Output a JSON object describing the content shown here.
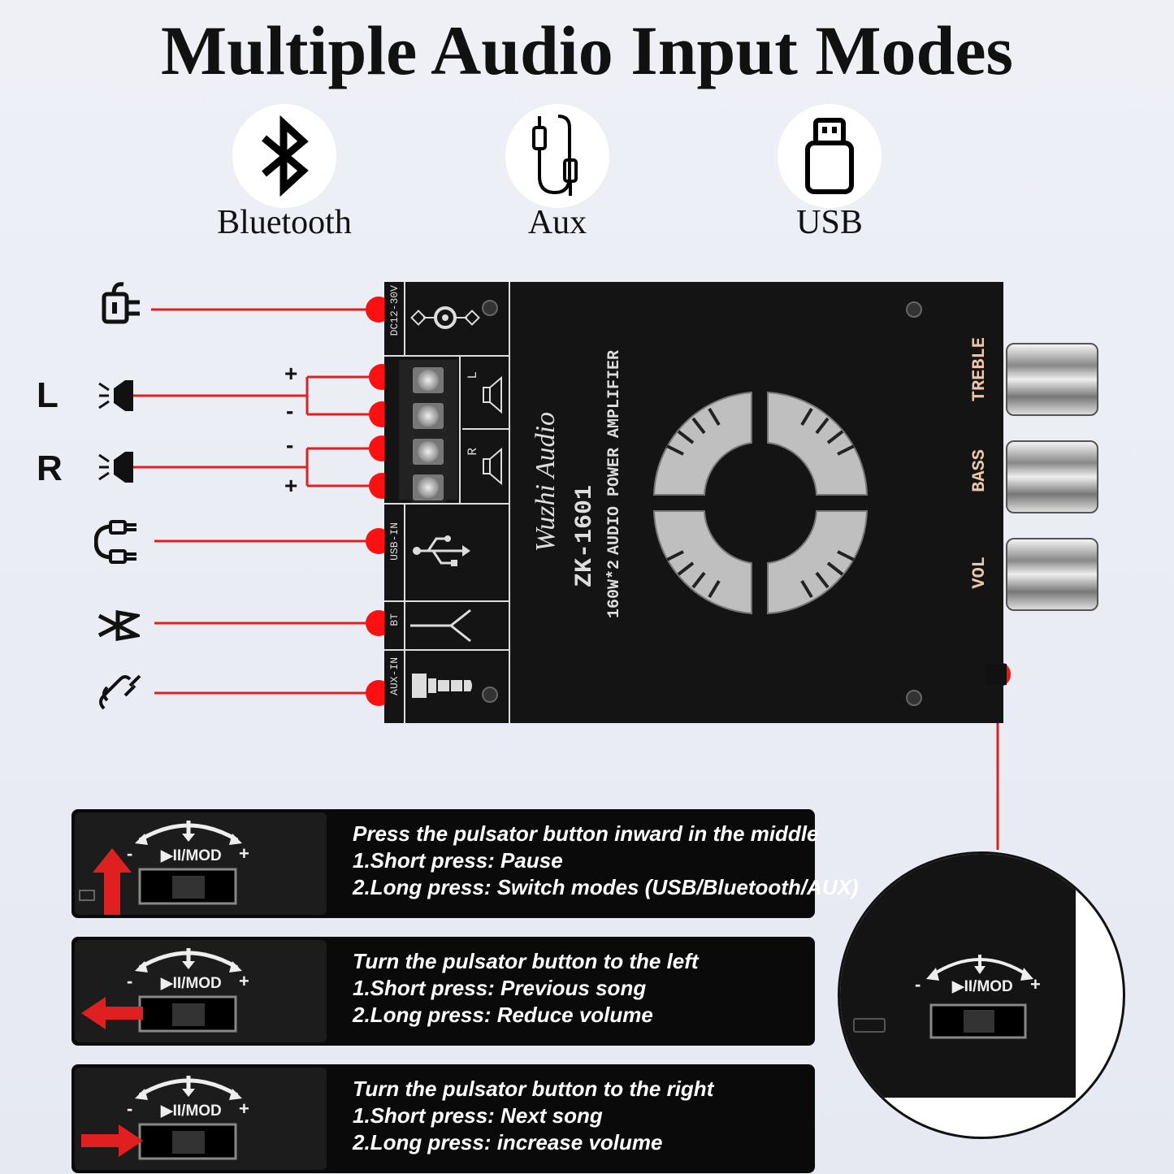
{
  "title": "Multiple Audio Input Modes",
  "modes": [
    {
      "label": "Bluetooth",
      "icon": "bluetooth-icon"
    },
    {
      "label": "Aux",
      "icon": "aux-cable-icon"
    },
    {
      "label": "USB",
      "icon": "usb-drive-icon"
    }
  ],
  "channels": {
    "left": "L",
    "right": "R",
    "plus": "+",
    "minus": "-"
  },
  "board": {
    "power_label": "DC12-30V",
    "speaker_left": "L",
    "speaker_right": "R",
    "usb_label": "USB-IN",
    "bt_label": "BT",
    "aux_label": "AUX-IN",
    "model": "ZK-1601",
    "line1": "AUDIO POWER AMPLIFIER",
    "line2": "160W*2",
    "brand": "Wuzhi Audio",
    "treble": "TREBLE",
    "bass": "BASS",
    "vol": "VOL",
    "colors": {
      "board": "#141414",
      "line": "#e02020",
      "dot": "#ff1010"
    }
  },
  "button": {
    "label": "▶II/MOD",
    "minus": "-",
    "plus": "+"
  },
  "instructions": [
    {
      "heading": "Press the pulsator button inward in the middle",
      "line1": "1.Short press: Pause",
      "line2": "2.Long press: Switch modes (USB/Bluetooth/AUX)"
    },
    {
      "heading": "Turn the pulsator button to the left",
      "line1": "1.Short press: Previous song",
      "line2": "2.Long press: Reduce volume"
    },
    {
      "heading": "Turn the pulsator button to the right",
      "line1": "1.Short press: Next song",
      "line2": "2.Long press: increase volume"
    }
  ]
}
